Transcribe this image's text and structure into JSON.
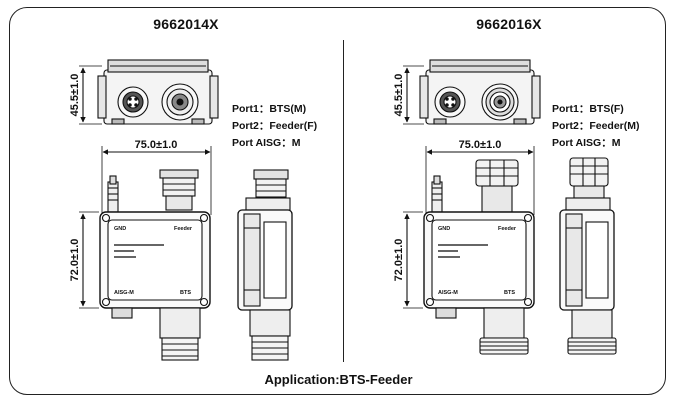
{
  "left": {
    "model": "9662014X",
    "ports": [
      "Port1：BTS(M)",
      "Port2：Feeder(F)",
      "Port AISG：M"
    ],
    "dim_height_top": "45.5±1.0",
    "dim_width": "75.0±1.0",
    "dim_height_body": "72.0±1.0",
    "box_label_gnd": "GND",
    "box_label_feeder": "Feeder",
    "box_label_aisg": "AISG-M",
    "box_label_bts": "BTS"
  },
  "right": {
    "model": "9662016X",
    "ports": [
      "Port1：BTS(F)",
      "Port2：Feeder(M)",
      "Port AISG：M"
    ],
    "dim_height_top": "45.5±1.0",
    "dim_width": "75.0±1.0",
    "dim_height_body": "72.0±1.0",
    "box_label_gnd": "GND",
    "box_label_feeder": "Feeder",
    "box_label_aisg": "AISG-M",
    "box_label_bts": "BTS"
  },
  "footer": "Application:BTS-Feeder"
}
